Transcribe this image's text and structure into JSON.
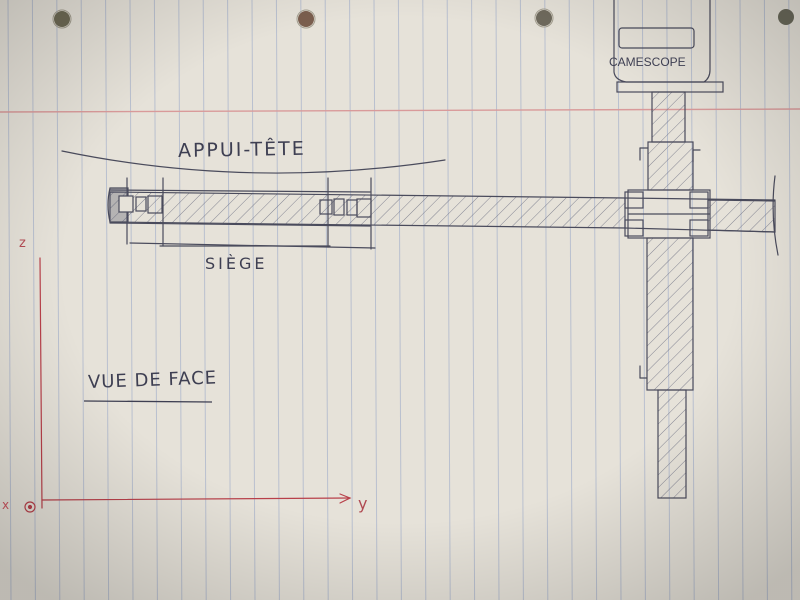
{
  "labels": {
    "headrest": "APPUI-TÊTE",
    "seat": "SIÈGE",
    "front_view": "VUE DE FACE",
    "camcorder": "CAMESCOPE",
    "axis_z": "z",
    "axis_y": "y",
    "axis_x": "x"
  },
  "colors": {
    "paper": "#e6e2d9",
    "grid_line": "#b9c0cf",
    "margin_line": "#d99a9a",
    "pencil": "#4a4b5c",
    "axis_ink": "#b8404a",
    "punch_hole": "#6e6a55"
  }
}
